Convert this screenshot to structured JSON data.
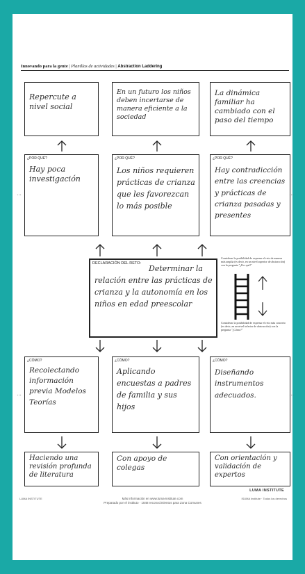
{
  "header": {
    "title": "Innovando para la gente",
    "subtitle": "Planillas de actividades",
    "tool": "Abstraction Laddering"
  },
  "top_row": [
    {
      "text": "Repercute a nivel social"
    },
    {
      "text": "En un futuro los niños deben incertarse de manera eficiente a la sociedad"
    },
    {
      "text": "La dinámica familiar ha cambiado con el paso del tiempo"
    }
  ],
  "why_row": [
    {
      "label": "¿POR QUÉ?",
      "text": "Hay poca investigación"
    },
    {
      "label": "¿POR QUÉ?",
      "text": "Los niños requieren prácticas de crianza que les favorezcan lo más posible"
    },
    {
      "label": "¿POR QUÉ?",
      "text": "Hay contradicción entre las creencias y prácticas de crianza pasadas y presentes"
    }
  ],
  "challenge": {
    "label": "DECLARACIÓN DEL RETO:",
    "text": "Determinar la relación entre las prácticas de crianza y la autonomía en los niños en edad preescolar"
  },
  "side_notes": {
    "top": "Considerar la posibilidad de expresar el reto de manera más amplia (es decir, en un nivel superior de abstracción) con la pregunta \"¿Por qué?\"",
    "bottom": "Considerar la posibilidad de expresar el reto más concreto (es decir, en un nivel inferior de abstracción) con la pregunta \"¿Cómo?\""
  },
  "how_row": [
    {
      "label": "¿CÓMO?",
      "text": "Recolectando información previa Modelos Teorías"
    },
    {
      "label": "¿CÓMO?",
      "text": "Aplicando encuestas a padres de familia y sus hijos"
    },
    {
      "label": "¿CÓMO?",
      "text": "Diseñando instrumentos adecuados."
    }
  ],
  "bottom_row": [
    {
      "text": "Haciendo una revisión profunda de literatura"
    },
    {
      "text": "Con apoyo de colegas"
    },
    {
      "text": "Con orientación y validación de expertos"
    }
  ],
  "footer": {
    "left": "LUMA INSTITUTE",
    "line1": "Más información en www.luma-institute.com",
    "line2": "Preparado por el instituto · 1848 reconocimientos para Zona Comunes",
    "right": "ISUMA Institute · Todos los derechos",
    "logo": "LUMA INSTITUTE"
  },
  "colors": {
    "background": "#1aa9a6",
    "paper": "#ffffff",
    "ink": "#2b2b2b"
  }
}
